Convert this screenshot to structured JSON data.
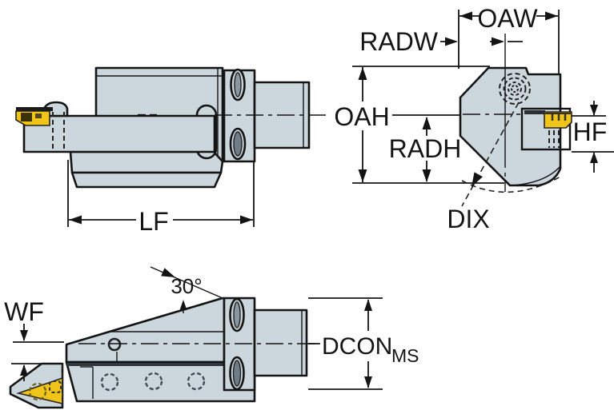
{
  "diagram": {
    "type": "technical-drawing",
    "subject": "Tool holder with machine-side coupling shown in three orthographic CAD views with dimension callouts",
    "views": [
      "side-view",
      "front-view",
      "top-view"
    ],
    "colors": {
      "background": "#ffffff",
      "line": "#141414",
      "body_fill": "#ccd6dd",
      "body_shade": "#b9c5ce",
      "insert_yellow": "#f0c419",
      "hidden_detail": "#3f4b57"
    }
  },
  "labels": {
    "lf": "LF",
    "oaw": "OAW",
    "radw": "RADW",
    "oah": "OAH",
    "radh": "RADH",
    "hf": "HF",
    "dix": "DIX",
    "wf": "WF",
    "angle": "30°",
    "dcon": "DCON",
    "dcon_sub": "MS"
  }
}
